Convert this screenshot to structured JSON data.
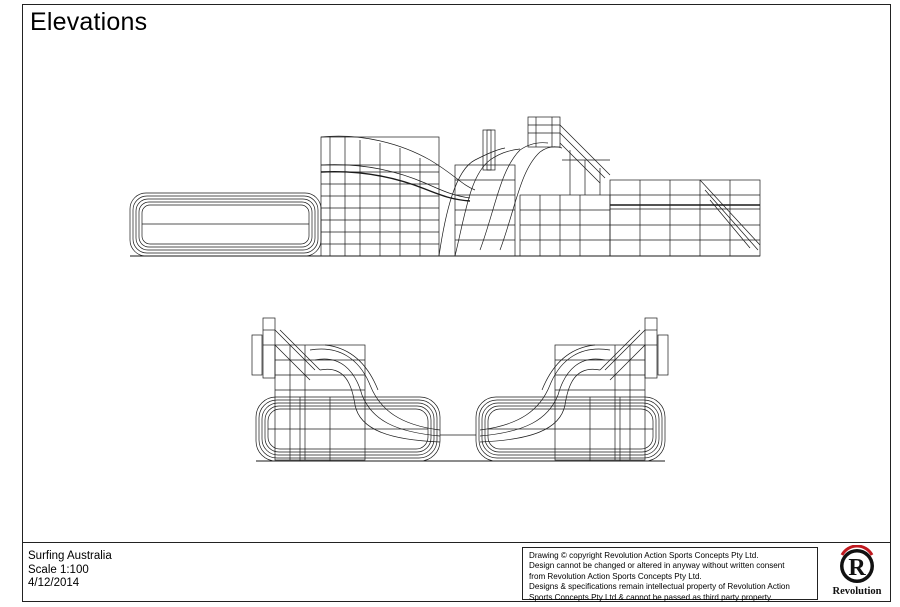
{
  "page": {
    "title": "Elevations"
  },
  "title_block": {
    "project": "Surfing Australia",
    "scale": "Scale 1:100",
    "date": "4/12/2014"
  },
  "notes": [
    "Drawing © copyright Revolution Action Sports Concepts Pty Ltd.",
    "Design cannot be changed or altered in anyway without written consent",
    "from Revolution Action Sports Concepts Pty Ltd.",
    "Designs & specifications remain intellectual property of Revolution Action",
    "Sports Concepts Pty Ltd & cannot be passed as third party property."
  ],
  "logo": {
    "letter": "R",
    "word": "Revolution",
    "accent_color": "#c0191f"
  },
  "colors": {
    "line": "#1a1a1a",
    "paper": "#ffffff"
  }
}
